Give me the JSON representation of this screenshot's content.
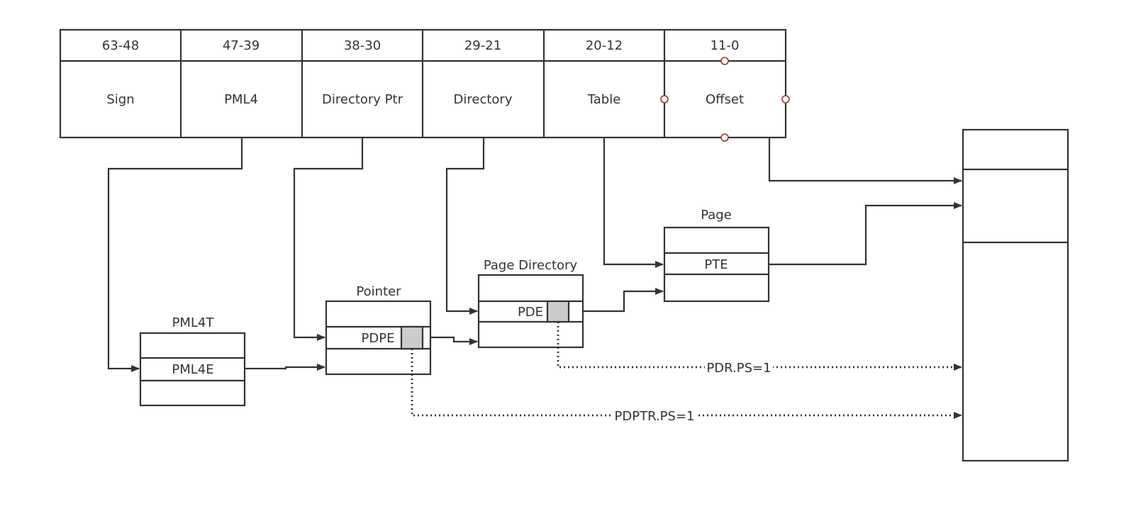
{
  "address_fields": [
    {
      "bits": "63-48",
      "name": "Sign"
    },
    {
      "bits": "47-39",
      "name": "PML4"
    },
    {
      "bits": "38-30",
      "name": "Directory Ptr"
    },
    {
      "bits": "29-21",
      "name": "Directory"
    },
    {
      "bits": "20-12",
      "name": "Table"
    },
    {
      "bits": "11-0",
      "name": "Offset"
    }
  ],
  "tables": {
    "pml4t": {
      "title": "PML4T",
      "entry": "PML4E"
    },
    "pointer": {
      "title": "Pointer",
      "entry": "PDPE"
    },
    "directory": {
      "title": "Page Directory",
      "entry": "PDE"
    },
    "page": {
      "title": "Page",
      "entry": "PTE"
    }
  },
  "edge_labels": {
    "pdr_ps": "PDR.PS=1",
    "pdptr_ps": "PDPTR.PS=1"
  },
  "colors": {
    "stroke": "#333333",
    "ps_bit_fill": "#cccccc",
    "selection_handle": "#8b3a2f"
  }
}
